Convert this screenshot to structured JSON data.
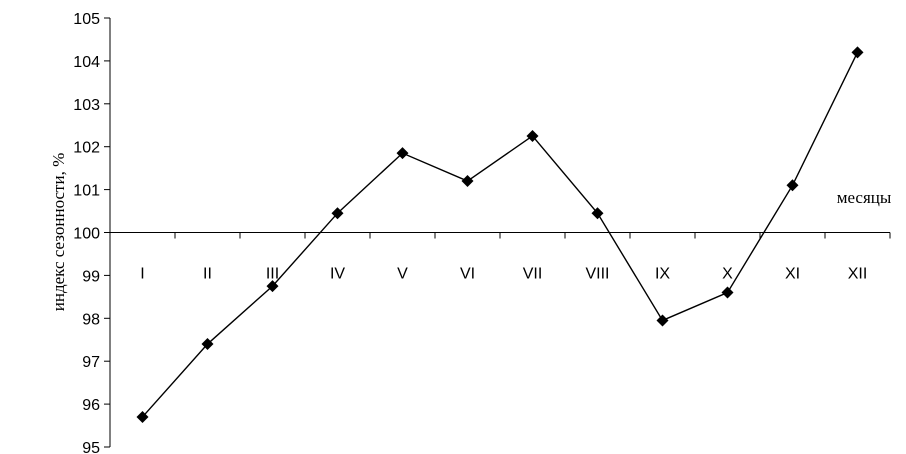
{
  "chart_data": {
    "type": "line",
    "title": "",
    "xlabel": "месяцы",
    "ylabel": "индекс сезонности, %",
    "categories": [
      "I",
      "II",
      "III",
      "IV",
      "V",
      "VI",
      "VII",
      "VIII",
      "IX",
      "X",
      "XI",
      "XII"
    ],
    "series": [
      {
        "values": [
          95.7,
          97.4,
          98.75,
          100.45,
          101.85,
          101.2,
          102.25,
          100.45,
          97.95,
          98.6,
          101.1,
          104.2
        ]
      }
    ],
    "ylim": [
      95,
      105
    ],
    "yticks": [
      95,
      96,
      97,
      98,
      99,
      100,
      101,
      102,
      103,
      104,
      105
    ],
    "x_axis_crosses_at": 100,
    "grid": false,
    "marker": "diamond",
    "line_color": "#000000"
  }
}
